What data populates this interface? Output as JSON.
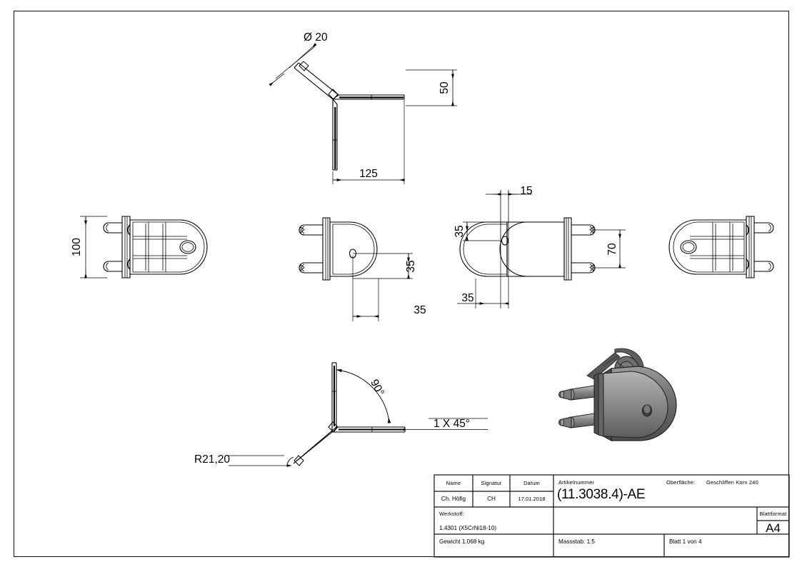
{
  "sheet": {
    "format": "A4",
    "frame_color": "#111111"
  },
  "dimensions": {
    "diameter_20": "Ø 20",
    "len_50": "50",
    "len_125": "125",
    "len_100": "100",
    "len_35_a": "35",
    "len_35_b": "35",
    "len_15": "15",
    "len_35_c": "35",
    "len_70": "70",
    "len_35_d": "35",
    "angle_90": "90°",
    "chamfer": "1 X 45°",
    "radius": "R21,20"
  },
  "titleblock": {
    "col_name_label": "Name",
    "col_signatur_label": "Signatur",
    "col_datum_label": "Datum",
    "name_value": "Ch. Höfig",
    "signatur_value": "CH",
    "datum_value": "17.01.2018",
    "artikelnummer_label": "Artikelnummer",
    "artikelnummer_value": "(11.3038.4)-AE",
    "oberflaeche_label": "Oberfläche:",
    "oberflaeche_value": "Geschliffen Korn 240",
    "werkstoff_label": "Werkstoff:",
    "werkstoff_value": "1.4301 (X5CrNi18-10)",
    "blattformat_label": "Blattformat",
    "blattformat_value": "A4",
    "gewicht_value": "Gewicht 1.068 kg",
    "massstab_value": "Massstab: 1:5",
    "blatt_value": "Blatt 1 von 4"
  },
  "views": {
    "top_view": "bent-profile-top-view",
    "view_left": "fork-flange-side-view-left",
    "view_mid_left": "flange-with-pins-left",
    "view_mid_right": "flange-with-pins-right",
    "view_right": "fork-flange-side-view-right",
    "section_view": "bent-profile-angle-view",
    "iso_view": "isometric-3d-model"
  }
}
